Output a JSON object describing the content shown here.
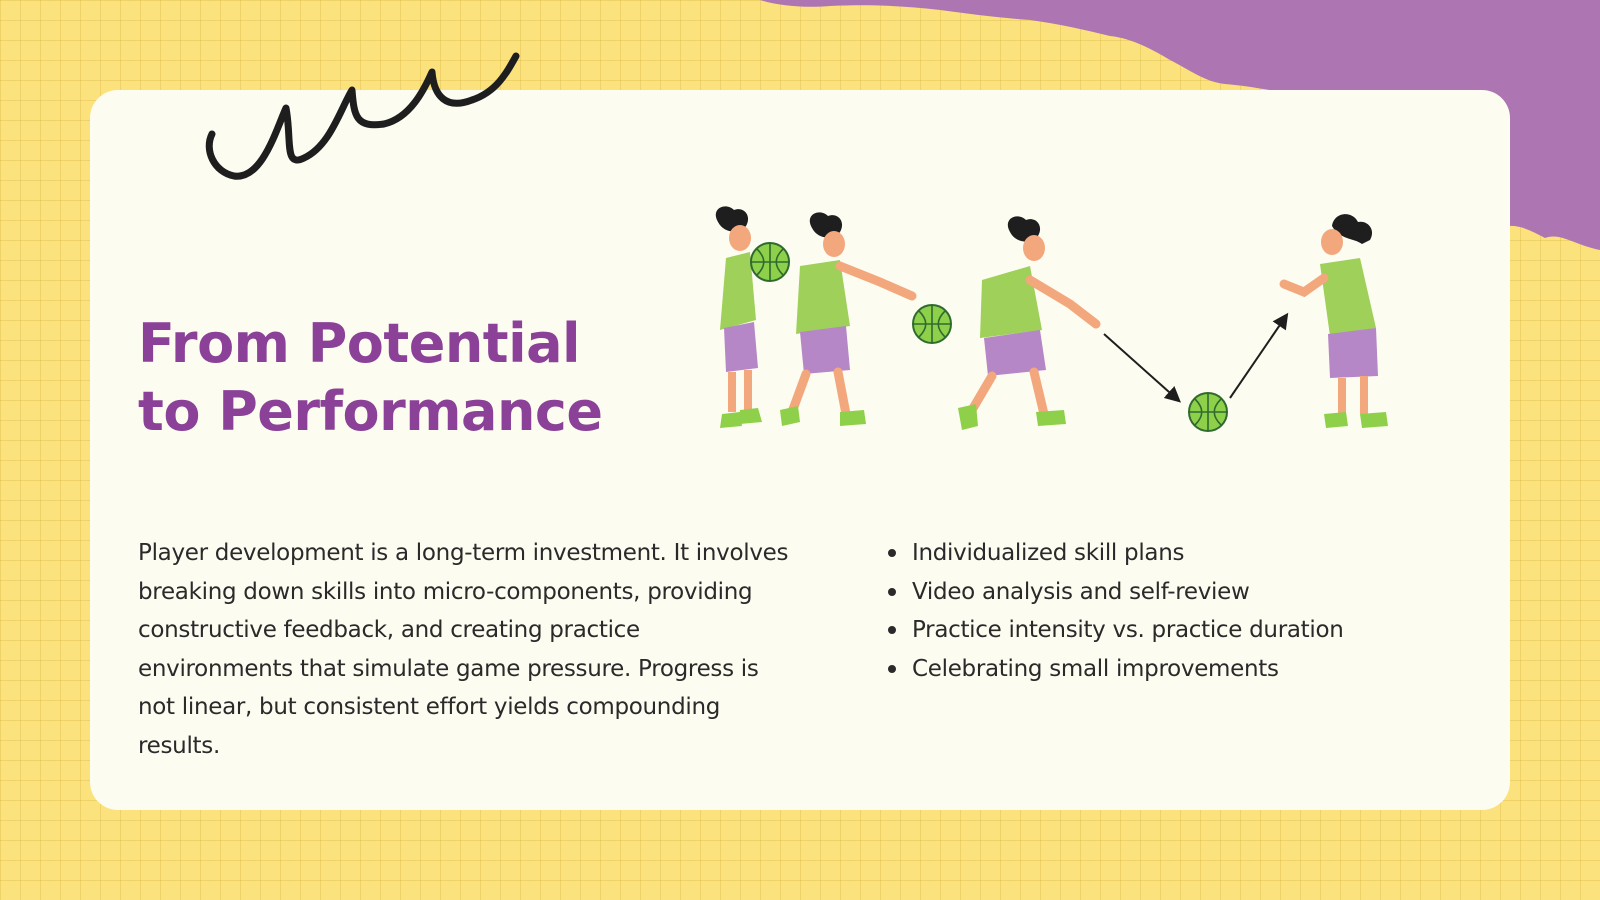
{
  "colors": {
    "background": "#fbe27c",
    "card": "#fdfcf1",
    "accent_purple": "#ad76b3",
    "title": "#8a4197",
    "body_text": "#2a2a2a"
  },
  "title": {
    "line1": "From Potential",
    "line2": "to Performance"
  },
  "illustration": {
    "icon": "basketball-passing-sequence-illustration"
  },
  "body": {
    "paragraph": "Player development is a long-term investment. It involves breaking down skills into micro-components, providing constructive feedback, and creating practice environments that simulate game pressure. Progress is not linear, but consistent effort yields compounding results."
  },
  "bullets": [
    "Individualized skill plans",
    "Video analysis and self-review",
    "Practice intensity vs. practice duration",
    "Celebrating small improvements"
  ]
}
